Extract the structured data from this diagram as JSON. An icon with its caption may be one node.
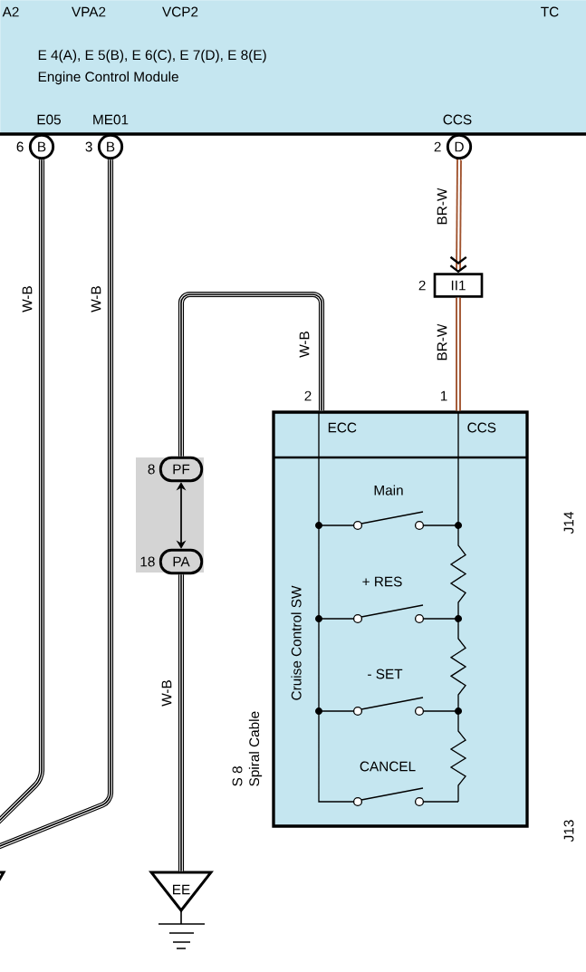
{
  "diagram": {
    "nodes": [
      {
        "text": [
          "E 4(A), E 5(B), E 6(C), E 7(D), E 8(E)",
          "Engine Control Module"
        ]
      },
      {
        "text": [
          "B"
        ],
        "beside": [
          "6"
        ]
      },
      {
        "text": [
          "B"
        ],
        "beside": [
          "3"
        ]
      },
      {
        "text": [
          "D"
        ],
        "beside": [
          "2"
        ]
      },
      {
        "text": [
          "II1"
        ],
        "beside": [
          "2"
        ]
      },
      {
        "text": [
          "ECC",
          "CCS",
          "Cruise Control SW",
          "Main",
          "+ RES",
          "- SET",
          "CANCEL"
        ],
        "beside": [
          "S 8",
          "Spiral Cable"
        ]
      },
      {
        "text": [],
        "shape": "box"
      },
      {
        "text": [
          "PF"
        ],
        "beside": [
          "8"
        ],
        "in": 6
      },
      {
        "text": [
          "PA"
        ],
        "beside": [
          "18"
        ],
        "in": 6
      },
      {
        "text": [
          "EE"
        ]
      }
    ],
    "edges": [
      {
        "from": 1,
        "to": null,
        "arrow": "none",
        "label": "W-B"
      },
      {
        "from": 2,
        "to": null,
        "arrow": "none",
        "label": "W-B"
      },
      {
        "from": 3,
        "to": 4,
        "arrow": "to",
        "label": "BR-W",
        "color": "#a0522d"
      },
      {
        "from": 4,
        "to": 5,
        "arrow": "none",
        "label": "BR-W",
        "color": "#a0522d"
      },
      {
        "from": 5,
        "to": 7,
        "arrow": "none",
        "label": "W-B"
      },
      {
        "from": 7,
        "to": 8,
        "arrow": "both"
      },
      {
        "from": 8,
        "to": 9,
        "arrow": "none",
        "label": "W-B"
      }
    ],
    "labels": [
      "A2",
      "VPA2",
      "VCP2",
      "TC",
      "E05",
      "ME01",
      "CCS",
      "2",
      "1",
      "J14",
      "J13"
    ]
  }
}
